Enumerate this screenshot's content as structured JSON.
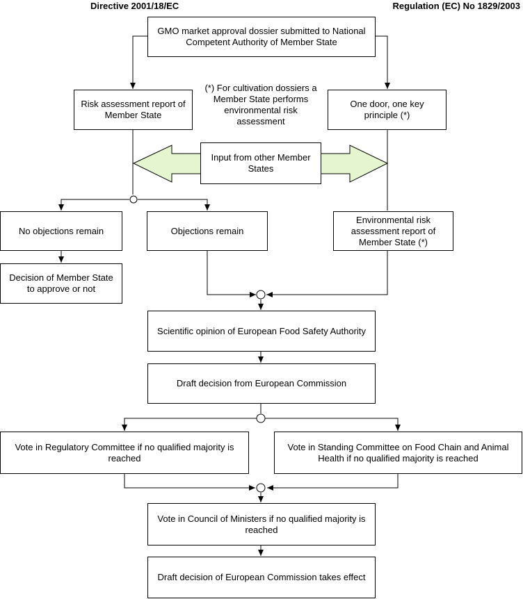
{
  "headings": {
    "left": "Directive 2001/18/EC",
    "right": "Regulation (EC) No 1829/2003"
  },
  "nodes": {
    "dossier": "GMO market approval dossier submitted to National Competent Authority of Member State",
    "risk_report": "Risk assessment report of Member State",
    "note": "(*) For cultivation dossiers a Member State performs environmental risk assessment",
    "one_door": "One door, one key principle (*)",
    "input_other": "Input from other Member States",
    "no_objections": "No objections remain",
    "objections": "Objections remain",
    "env_report": "Environmental risk assessment report of Member State (*)",
    "decision_ms": "Decision of Member State to approve or not",
    "efsa": "Scientific opinion of European Food Safety Authority",
    "draft_ec": "Draft decision from European Commission",
    "vote_regulatory": "Vote in Regulatory Committee if no qualified majority is reached",
    "vote_standing": "Vote in Standing Committee on Food Chain and Animal Health  if no qualified majority is reached",
    "vote_council": "Vote in Council of Ministers if no qualified majority is reached",
    "takes_effect": "Draft decision of European Commission takes effect"
  },
  "colors": {
    "arrow_fill": "#e4f5d0",
    "line": "#000000"
  }
}
